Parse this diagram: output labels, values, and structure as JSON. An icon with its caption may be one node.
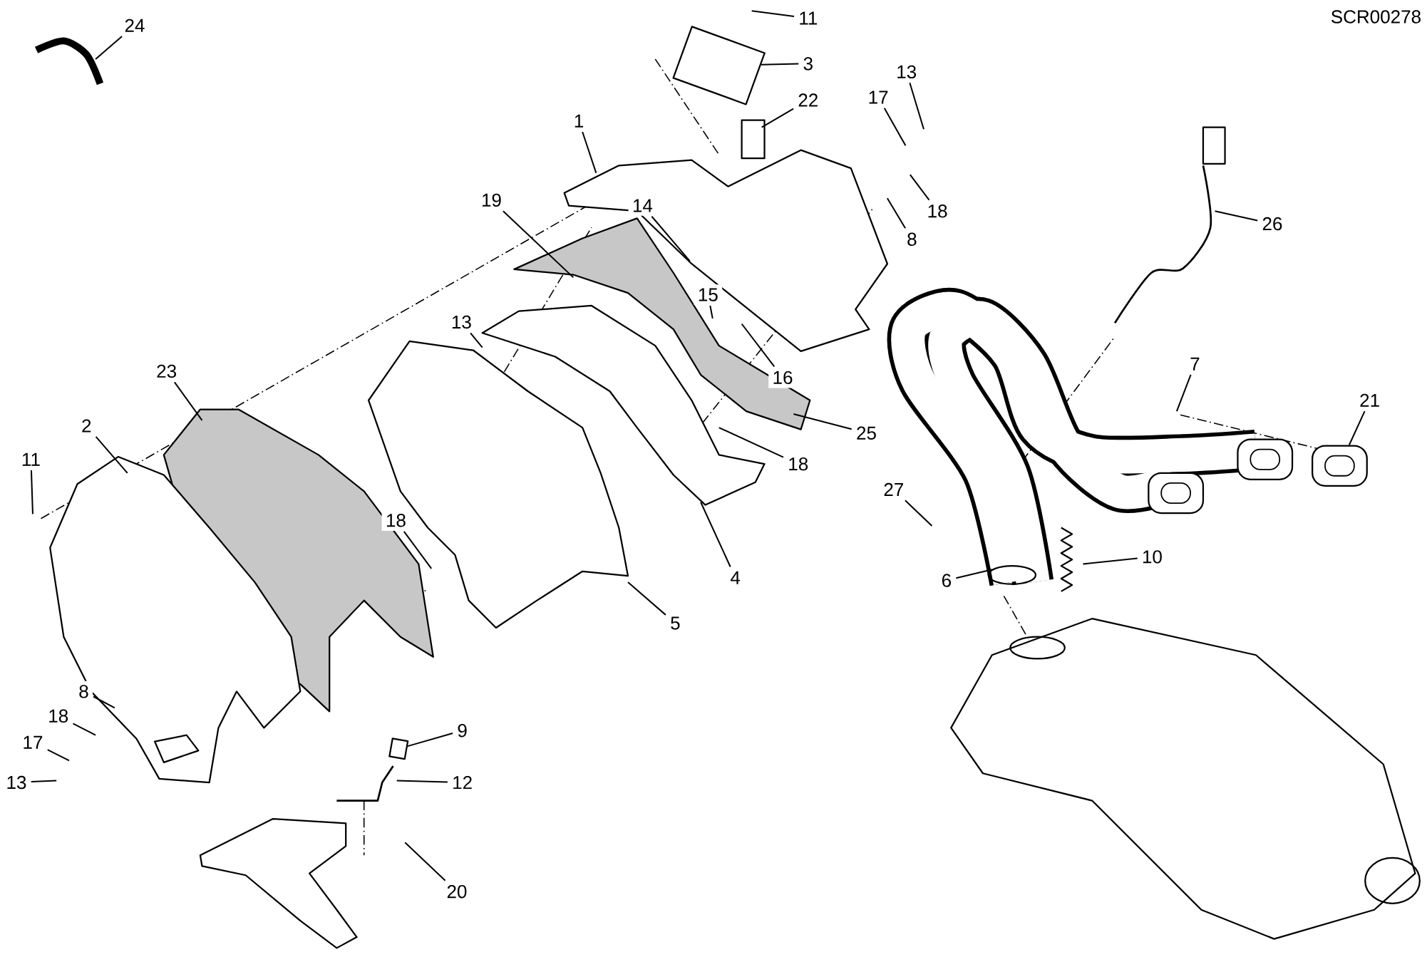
{
  "diagram": {
    "nodes": [
      {
        "text": [
          "11"
        ]
      },
      {
        "text": [
          "24"
        ]
      },
      {
        "text": [
          "3"
        ]
      },
      {
        "text": [
          "13"
        ]
      },
      {
        "text": [
          "17"
        ]
      },
      {
        "text": [
          "22"
        ]
      },
      {
        "text": [
          "1"
        ]
      },
      {
        "text": [
          "19"
        ]
      },
      {
        "text": [
          "14"
        ]
      },
      {
        "text": [
          "18"
        ]
      },
      {
        "text": [
          "26"
        ]
      },
      {
        "text": [
          "8"
        ]
      },
      {
        "text": [
          "15"
        ]
      },
      {
        "text": [
          "13"
        ]
      },
      {
        "text": [
          "7"
        ]
      },
      {
        "text": [
          "23"
        ]
      },
      {
        "text": [
          "16"
        ]
      },
      {
        "text": [
          "21"
        ]
      },
      {
        "text": [
          "2"
        ]
      },
      {
        "text": [
          "25"
        ]
      },
      {
        "text": [
          "11"
        ]
      },
      {
        "text": [
          "18"
        ]
      },
      {
        "text": [
          "27"
        ]
      },
      {
        "text": [
          "18"
        ]
      },
      {
        "text": [
          "10"
        ]
      },
      {
        "text": [
          "4"
        ]
      },
      {
        "text": [
          "6"
        ]
      },
      {
        "text": [
          "5"
        ]
      },
      {
        "text": [
          "8"
        ]
      },
      {
        "text": [
          "18"
        ]
      },
      {
        "text": [
          "9"
        ]
      },
      {
        "text": [
          "17"
        ]
      },
      {
        "text": [
          "12"
        ]
      },
      {
        "text": [
          "13"
        ]
      },
      {
        "text": [
          "20"
        ]
      },
      {
        "text": [],
        "shape": "picture"
      },
      {
        "text": [],
        "shape": "box"
      },
      {
        "text": [],
        "shape": "box"
      }
    ],
    "edges": [
      {
        "from": 0,
        "to": null,
        "arrow": "none"
      },
      {
        "from": 1,
        "to": null,
        "arrow": "none"
      },
      {
        "from": 2,
        "to": 37,
        "arrow": "none"
      },
      {
        "from": 3,
        "to": null,
        "arrow": "none"
      },
      {
        "from": 4,
        "to": null,
        "arrow": "none"
      },
      {
        "from": 5,
        "to": null,
        "arrow": "none"
      },
      {
        "from": 6,
        "to": null,
        "arrow": "none"
      },
      {
        "from": 7,
        "to": null,
        "arrow": "none"
      },
      {
        "from": 8,
        "to": null,
        "arrow": "none"
      },
      {
        "from": 9,
        "to": null,
        "arrow": "none"
      },
      {
        "from": 10,
        "to": null,
        "arrow": "none"
      },
      {
        "from": 11,
        "to": null,
        "arrow": "none"
      },
      {
        "from": 12,
        "to": null,
        "arrow": "none"
      },
      {
        "from": 13,
        "to": null,
        "arrow": "none"
      },
      {
        "from": 14,
        "to": null,
        "arrow": "none"
      },
      {
        "from": 15,
        "to": null,
        "arrow": "none"
      },
      {
        "from": 16,
        "to": null,
        "arrow": "none"
      },
      {
        "from": 17,
        "to": 35,
        "arrow": "none"
      },
      {
        "from": 18,
        "to": null,
        "arrow": "none"
      },
      {
        "from": 19,
        "to": null,
        "arrow": "none"
      },
      {
        "from": 20,
        "to": null,
        "arrow": "none"
      },
      {
        "from": 21,
        "to": null,
        "arrow": "none"
      },
      {
        "from": 22,
        "to": null,
        "arrow": "none"
      },
      {
        "from": 23,
        "to": null,
        "arrow": "none"
      },
      {
        "from": 24,
        "to": null,
        "arrow": "none"
      },
      {
        "from": 25,
        "to": null,
        "arrow": "none"
      },
      {
        "from": 26,
        "to": null,
        "arrow": "none"
      },
      {
        "from": 27,
        "to": null,
        "arrow": "none"
      },
      {
        "from": 28,
        "to": null,
        "arrow": "none"
      },
      {
        "from": 29,
        "to": null,
        "arrow": "none"
      },
      {
        "from": 30,
        "to": 36,
        "arrow": "none"
      },
      {
        "from": 31,
        "to": null,
        "arrow": "none"
      },
      {
        "from": 32,
        "to": null,
        "arrow": "none"
      },
      {
        "from": 33,
        "to": null,
        "arrow": "none"
      },
      {
        "from": 34,
        "to": null,
        "arrow": "none"
      }
    ],
    "labels": [
      "SCR00278"
    ]
  }
}
